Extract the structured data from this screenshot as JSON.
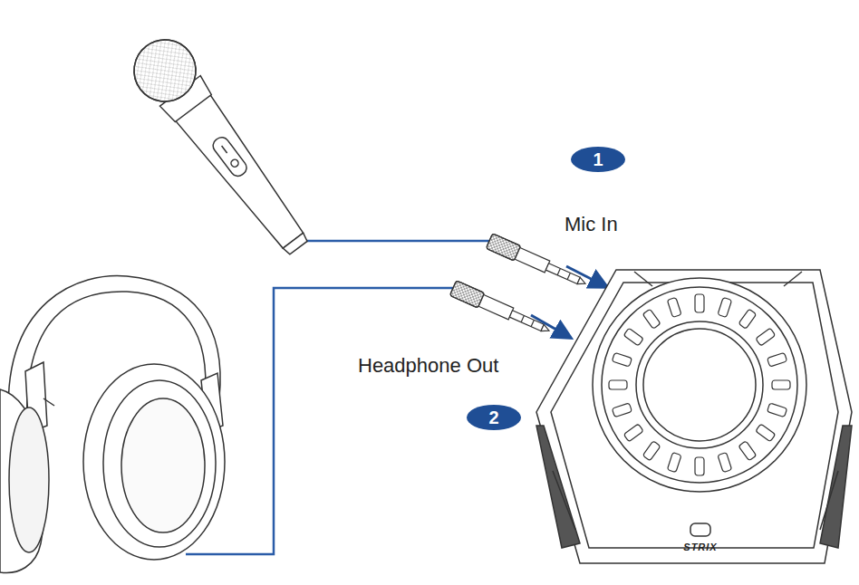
{
  "diagram": {
    "nodes": [
      {
        "text": [
          "1"
        ]
      },
      {
        "text": [
          "2"
        ]
      }
    ],
    "labels": [
      "Mic In",
      "Headphone Out",
      "STRIX"
    ]
  }
}
